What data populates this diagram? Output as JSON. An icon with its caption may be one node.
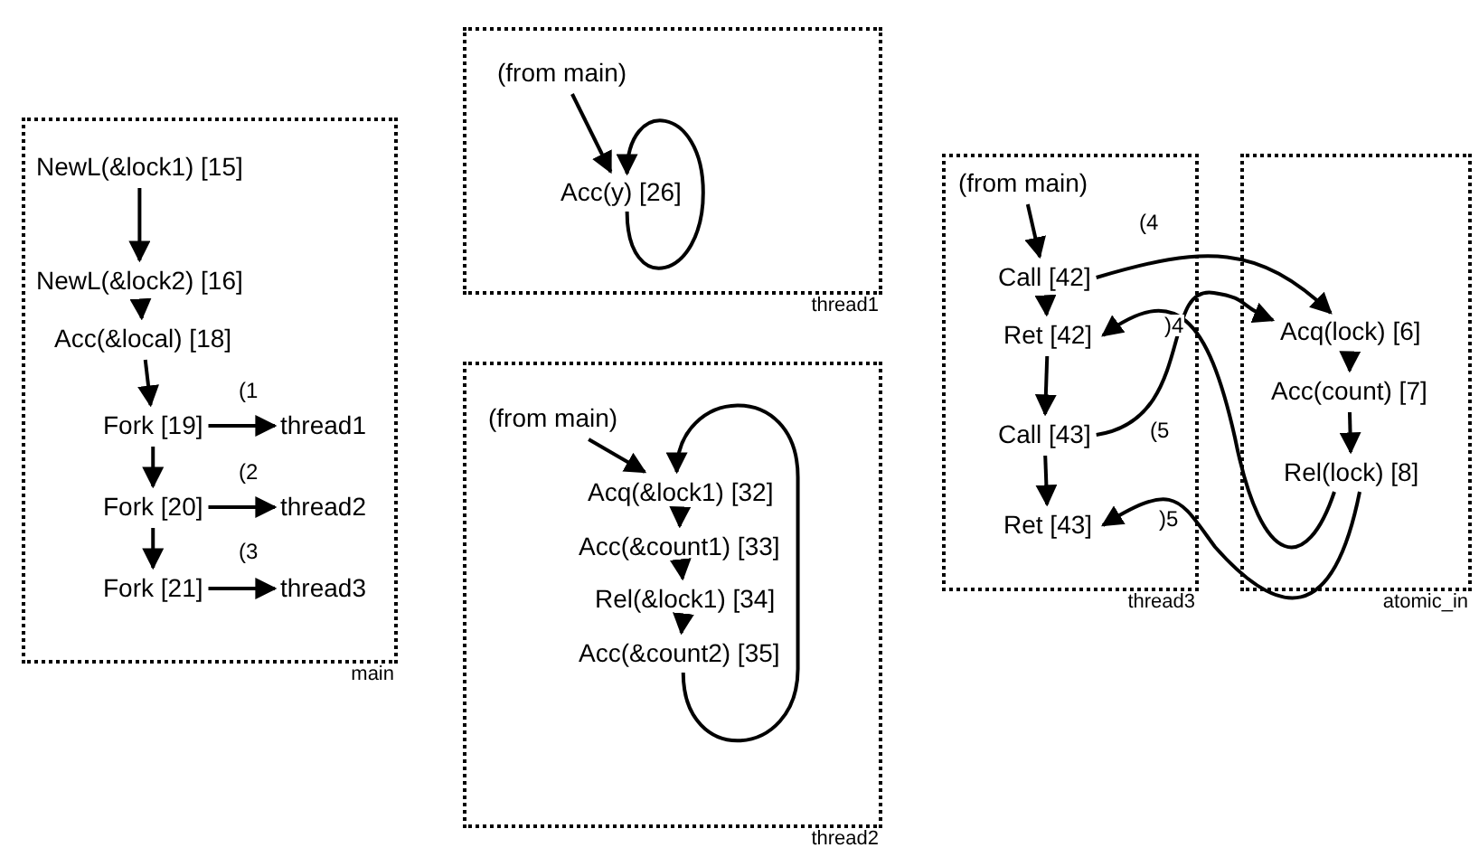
{
  "diagram": {
    "nodes": [
      {
        "text": [
          "main"
        ]
      },
      {
        "text": [
          "NewL(&lock1) [15]"
        ],
        "in": 0
      },
      {
        "text": [
          "NewL(&lock2) [16]"
        ],
        "in": 0
      },
      {
        "text": [
          "Acc(&local) [18]"
        ],
        "in": 0
      },
      {
        "text": [
          "Fork [19]"
        ],
        "in": 0
      },
      {
        "text": [
          "thread1"
        ],
        "in": 0
      },
      {
        "text": [
          "Fork [20]"
        ],
        "in": 0
      },
      {
        "text": [
          "thread2"
        ],
        "in": 0
      },
      {
        "text": [
          "Fork [21]"
        ],
        "in": 0
      },
      {
        "text": [
          "thread3"
        ],
        "in": 0
      },
      {
        "text": [
          "thread1"
        ]
      },
      {
        "text": [
          "(from main)"
        ],
        "in": 10
      },
      {
        "text": [
          "Acc(y) [26]"
        ],
        "in": 10
      },
      {
        "text": [
          "thread2"
        ]
      },
      {
        "text": [
          "(from main)"
        ],
        "in": 13
      },
      {
        "text": [
          "Acq(&lock1) [32]"
        ],
        "in": 13
      },
      {
        "text": [
          "Acc(&count1) [33]"
        ],
        "in": 13
      },
      {
        "text": [
          "Rel(&lock1) [34]"
        ],
        "in": 13
      },
      {
        "text": [
          "Acc(&count2) [35]"
        ],
        "in": 13
      },
      {
        "text": [
          "thread3"
        ]
      },
      {
        "text": [
          "(from main)"
        ],
        "in": 19
      },
      {
        "text": [
          "Call [42]"
        ],
        "in": 19
      },
      {
        "text": [
          "Ret [42]"
        ],
        "in": 19
      },
      {
        "text": [
          "Call [43]"
        ],
        "in": 19
      },
      {
        "text": [
          "Ret [43]"
        ],
        "in": 19
      },
      {
        "text": [
          "atomic_in"
        ]
      },
      {
        "text": [
          "Acq(lock) [6]"
        ],
        "in": 25
      },
      {
        "text": [
          "Acc(count) [7]"
        ],
        "in": 25
      },
      {
        "text": [
          "Rel(lock) [8]"
        ],
        "in": 25
      }
    ],
    "edges": [
      {
        "from": 1,
        "to": 2,
        "arrow": "to"
      },
      {
        "from": 2,
        "to": 3,
        "arrow": "to"
      },
      {
        "from": 3,
        "to": 4,
        "arrow": "to"
      },
      {
        "from": 4,
        "to": 5,
        "arrow": "to",
        "label": "(1"
      },
      {
        "from": 4,
        "to": 6,
        "arrow": "to"
      },
      {
        "from": 6,
        "to": 7,
        "arrow": "to",
        "label": "(2"
      },
      {
        "from": 6,
        "to": 8,
        "arrow": "to"
      },
      {
        "from": 8,
        "to": 9,
        "arrow": "to",
        "label": "(3"
      },
      {
        "from": 11,
        "to": 12,
        "arrow": "to"
      },
      {
        "from": 12,
        "to": 12,
        "arrow": "to"
      },
      {
        "from": 14,
        "to": 15,
        "arrow": "to"
      },
      {
        "from": 15,
        "to": 16,
        "arrow": "to"
      },
      {
        "from": 16,
        "to": 17,
        "arrow": "to"
      },
      {
        "from": 17,
        "to": 18,
        "arrow": "to"
      },
      {
        "from": 18,
        "to": 15,
        "arrow": "to"
      },
      {
        "from": 20,
        "to": 21,
        "arrow": "to"
      },
      {
        "from": 21,
        "to": 22,
        "arrow": "to"
      },
      {
        "from": 22,
        "to": 23,
        "arrow": "to"
      },
      {
        "from": 23,
        "to": 24,
        "arrow": "to"
      },
      {
        "from": 21,
        "to": 26,
        "arrow": "to",
        "label": "(4"
      },
      {
        "from": 28,
        "to": 22,
        "arrow": "to",
        "label": ")4"
      },
      {
        "from": 23,
        "to": 26,
        "arrow": "to",
        "label": "(5"
      },
      {
        "from": 28,
        "to": 24,
        "arrow": "to",
        "label": ")5"
      },
      {
        "from": 26,
        "to": 27,
        "arrow": "to"
      },
      {
        "from": 27,
        "to": 28,
        "arrow": "to"
      }
    ]
  }
}
